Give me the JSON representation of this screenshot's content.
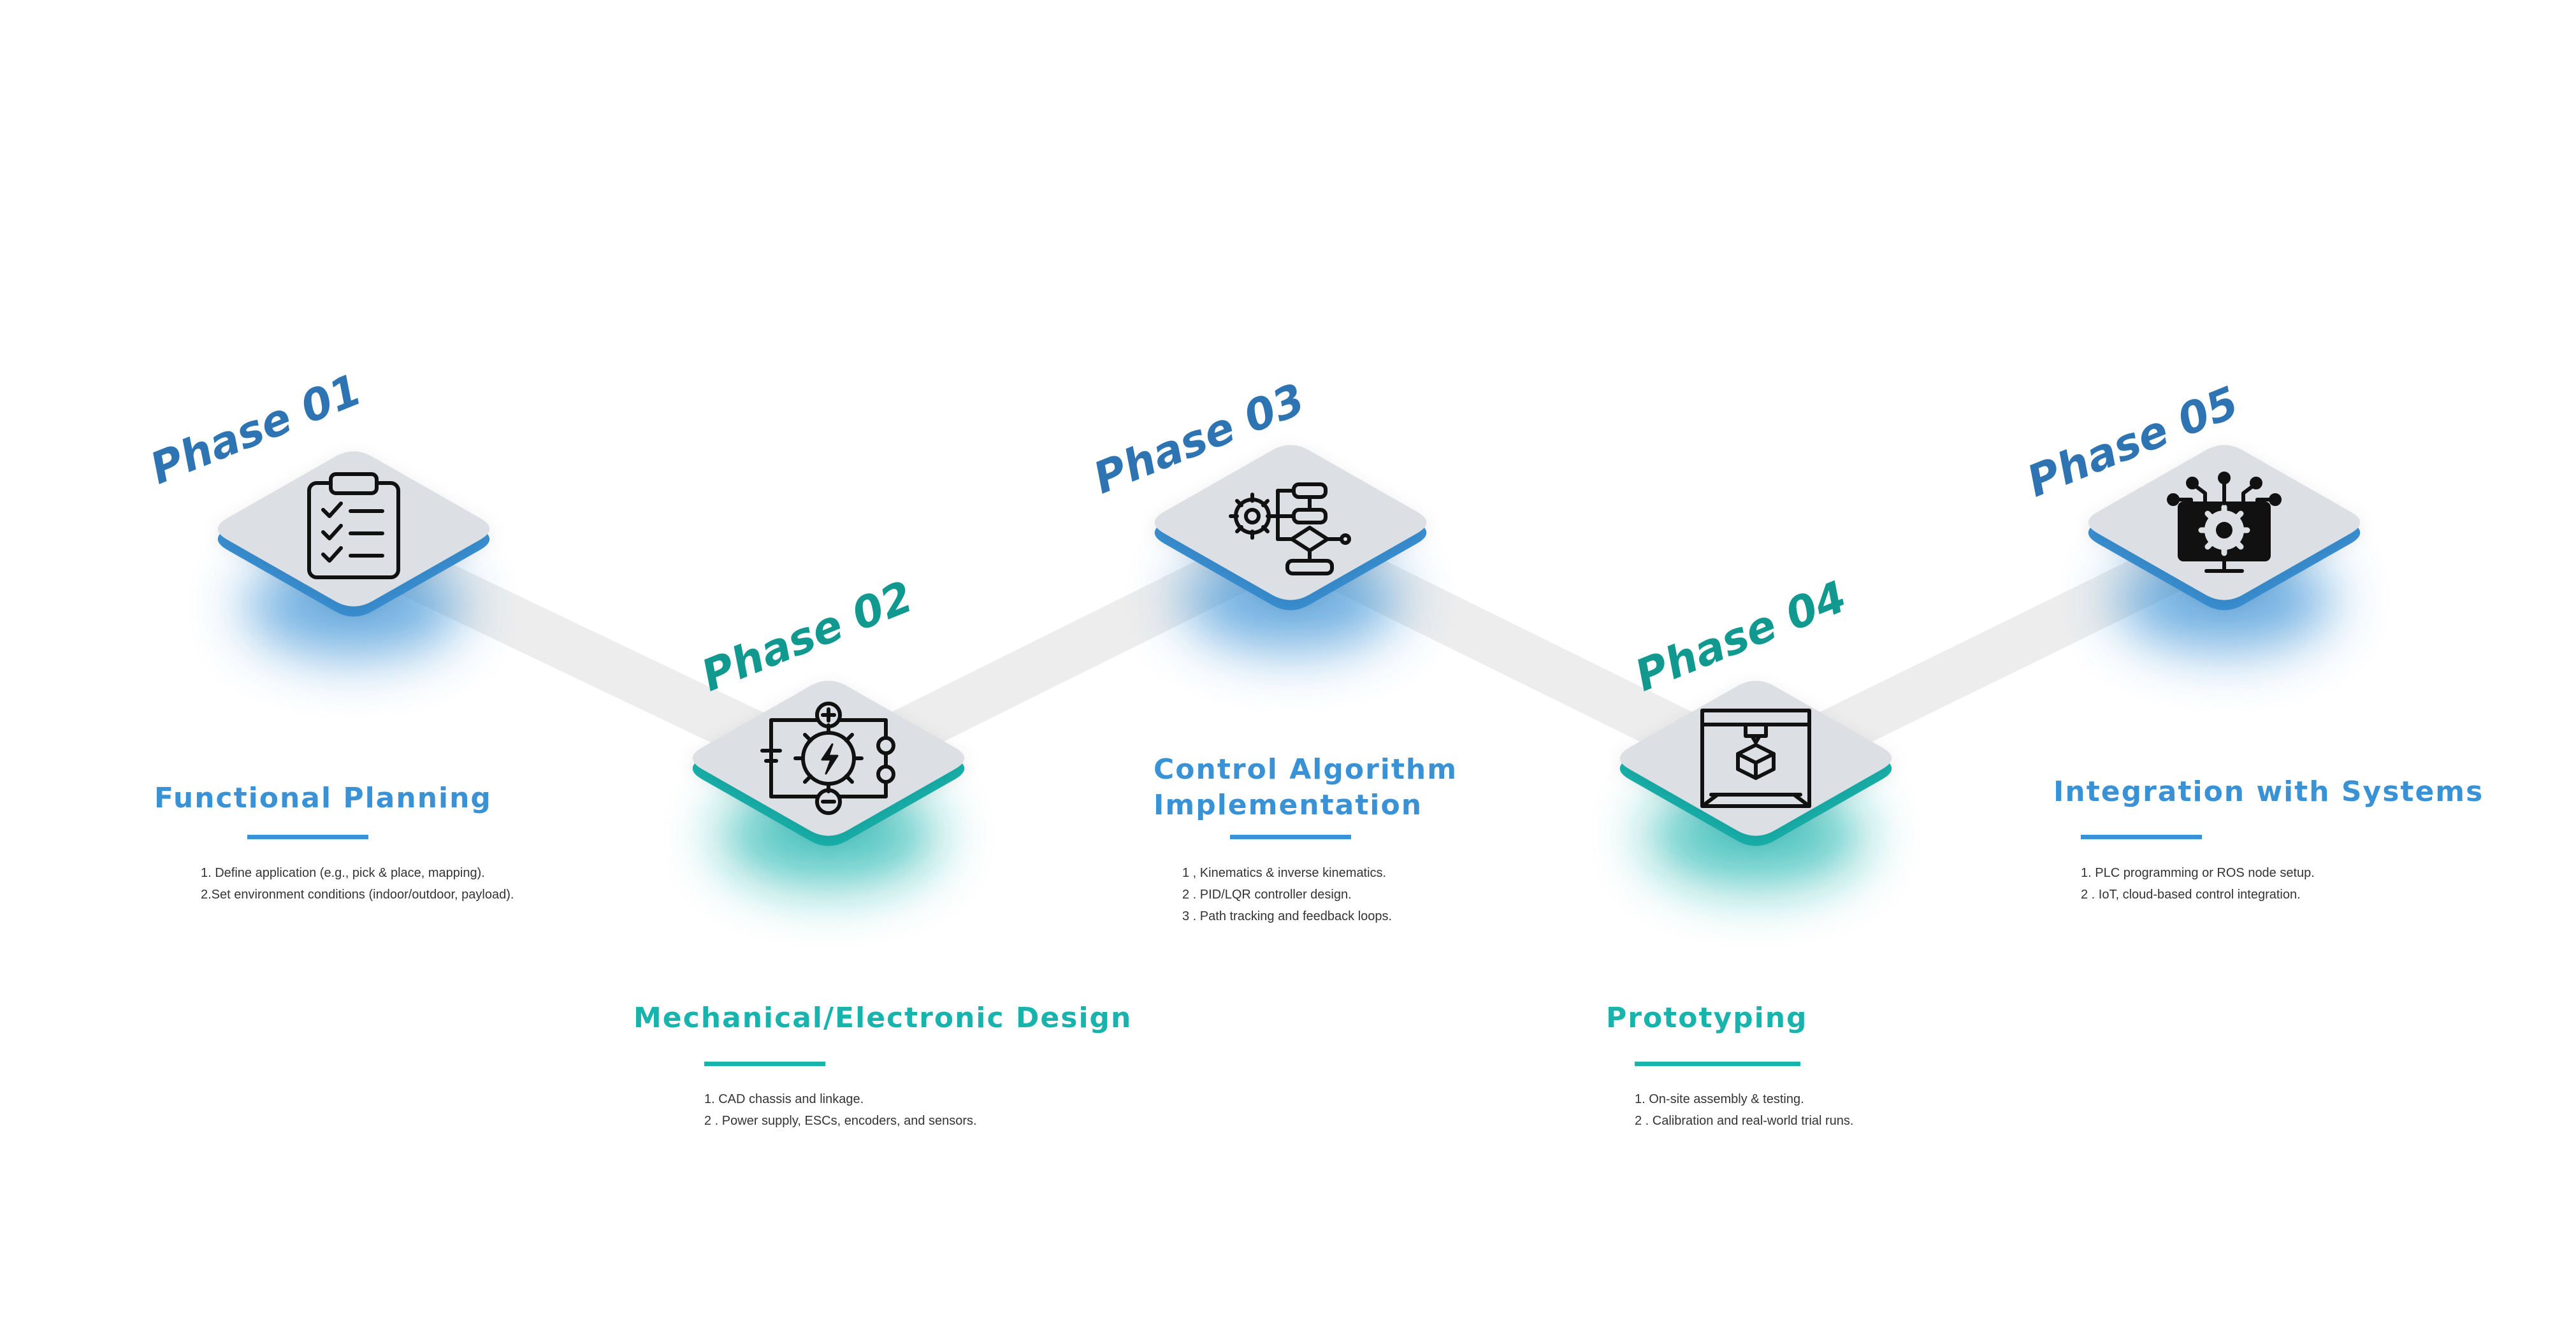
{
  "colors": {
    "blue": "#3a92d6",
    "teal": "#19b3ad",
    "tile": "#dcdfe3",
    "connector": "#ededed"
  },
  "phases": [
    {
      "label": "Phase 01",
      "title_lines": [
        "Functional Planning"
      ],
      "icon": "clipboard-checklist-icon",
      "accent": "blue",
      "items": [
        "1. Define application (e.g., pick & place, mapping).",
        "2.Set environment conditions (indoor/outdoor, payload)."
      ]
    },
    {
      "label": "Phase 02",
      "title_lines": [
        "Mechanical/Electronic Design"
      ],
      "icon": "circuit-gear-icon",
      "accent": "teal",
      "items": [
        "1. CAD chassis and linkage.",
        "2 . Power supply, ESCs, encoders, and sensors."
      ]
    },
    {
      "label": "Phase 03",
      "title_lines": [
        "Control Algorithm",
        "Implementation"
      ],
      "icon": "flowchart-gear-icon",
      "accent": "blue",
      "items": [
        "1 , Kinematics & inverse kinematics.",
        "2 . PID/LQR controller design.",
        "3 . Path tracking and feedback loops."
      ]
    },
    {
      "label": "Phase 04",
      "title_lines": [
        "Prototyping"
      ],
      "icon": "3d-printer-icon",
      "accent": "teal",
      "items": [
        "1. On-site assembly & testing.",
        "2 . Calibration and real-world trial runs."
      ]
    },
    {
      "label": "Phase 05",
      "title_lines": [
        "Integration with Systems"
      ],
      "icon": "monitor-gear-network-icon",
      "accent": "blue",
      "items": [
        "1. PLC programming or ROS node setup.",
        "2 . IoT, cloud-based control integration."
      ]
    }
  ]
}
